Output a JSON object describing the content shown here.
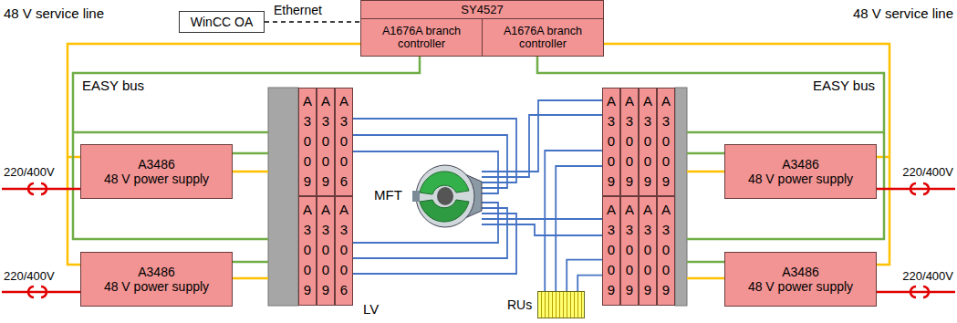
{
  "diagram": {
    "nodes": [
      {
        "text": [
          "WinCC OA"
        ]
      },
      {
        "text": [
          "SY4527"
        ]
      },
      {
        "text": [
          "A1676A branch controller"
        ],
        "in": 1
      },
      {
        "text": [
          "A1676A branch controller"
        ],
        "in": 1
      },
      {
        "text": [
          "A3486",
          "48 V power supply"
        ]
      },
      {
        "text": [
          "A3009"
        ]
      },
      {
        "text": [
          "A3009"
        ]
      },
      {
        "text": [
          "A3006"
        ]
      },
      {
        "text": [
          "A3009"
        ]
      },
      {
        "text": [
          "A3009"
        ]
      },
      {
        "text": [
          "A3009"
        ]
      },
      {
        "text": [
          "A3009"
        ]
      },
      {
        "text": [
          "A3486",
          "48 V power supply"
        ]
      },
      {
        "text": [
          "A3486",
          "48 V power supply"
        ]
      },
      {
        "text": [
          "A3009"
        ]
      },
      {
        "text": [
          "A3009"
        ]
      },
      {
        "text": [
          "A3006"
        ]
      },
      {
        "text": [
          "A3009"
        ]
      },
      {
        "text": [
          "A3009"
        ]
      },
      {
        "text": [
          "A3009"
        ]
      },
      {
        "text": [
          "A3009"
        ]
      },
      {
        "text": [
          "A3486",
          "48 V power supply"
        ]
      },
      {
        "text": [
          "RUs"
        ]
      }
    ],
    "edges": [
      {
        "from": 22,
        "to": 8,
        "arrow": "none"
      },
      {
        "from": 22,
        "to": 8,
        "arrow": "none"
      },
      {
        "from": 22,
        "to": 17,
        "arrow": "none"
      },
      {
        "from": 22,
        "to": 17,
        "arrow": "none"
      }
    ],
    "labels": [
      "48 V service line",
      "Ethernet",
      "48 V service line",
      "EASY bus",
      "EASY bus",
      "220/400V",
      "220/400V",
      "MFT",
      "220/400V",
      "LV",
      "220/400V"
    ]
  }
}
